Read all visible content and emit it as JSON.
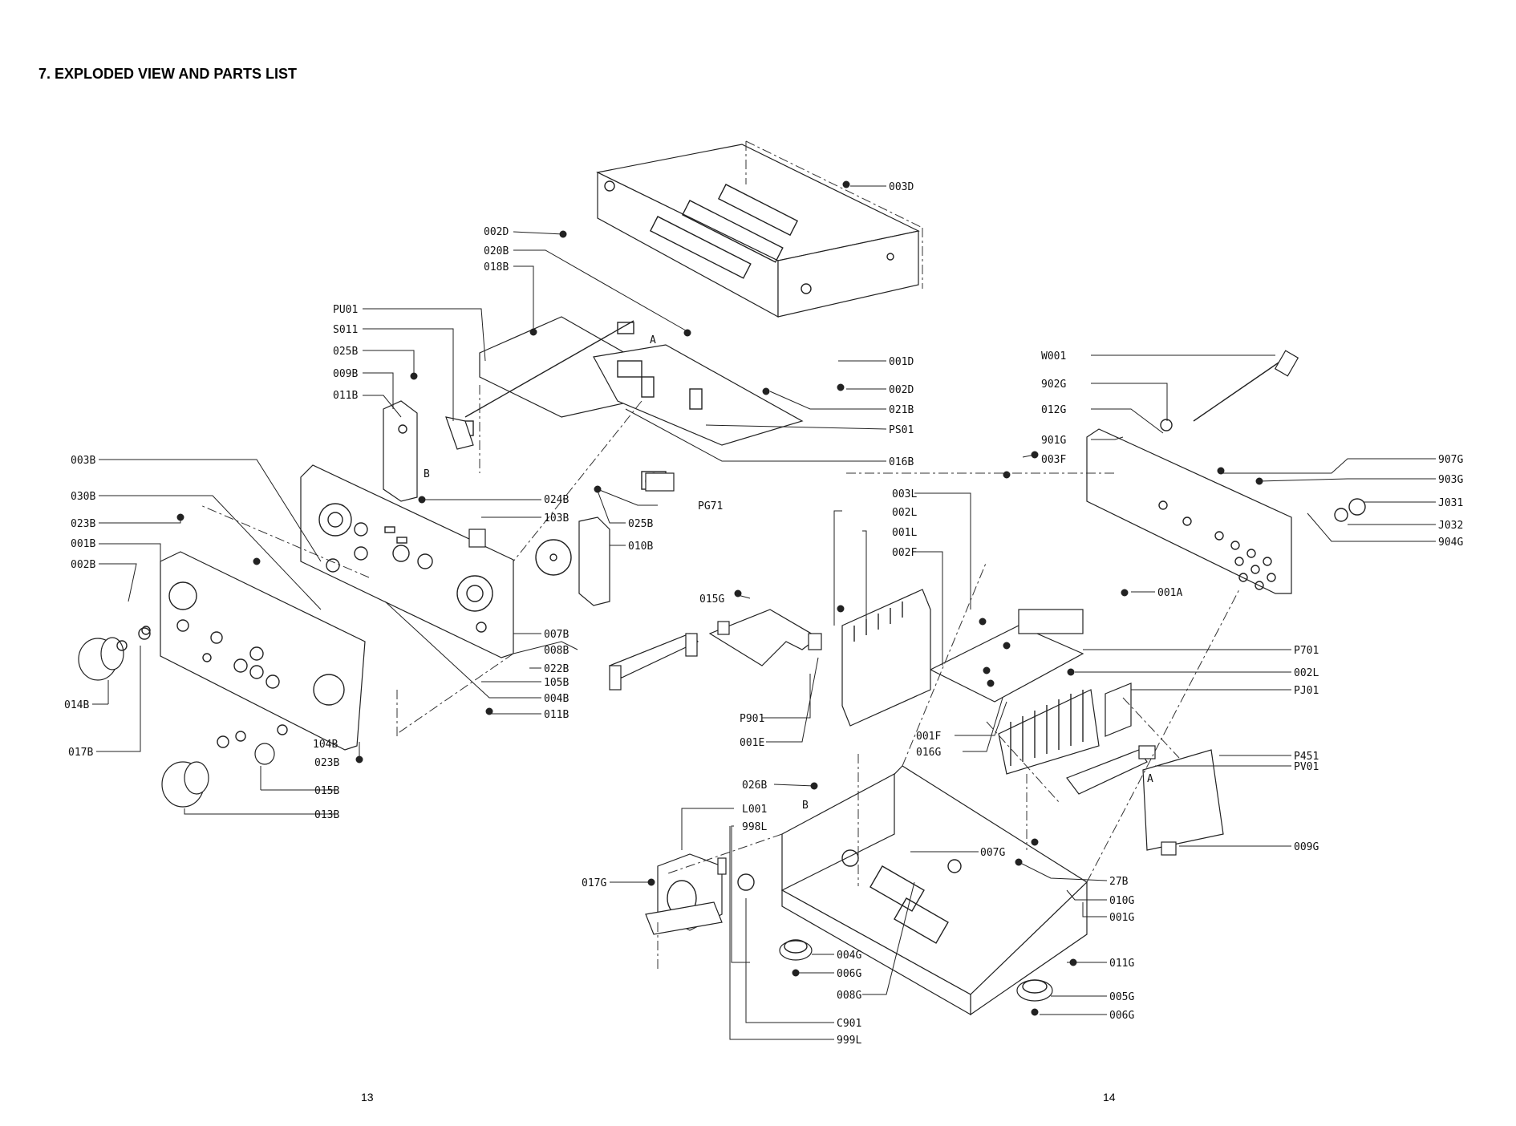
{
  "document": {
    "title": "7. EXPLODED VIEW AND PARTS LIST",
    "page_left": "13",
    "page_right": "14"
  },
  "labels": {
    "l003D": "003D",
    "l002D_top": "002D",
    "l020B": "020B",
    "l018B": "018B",
    "lPU01": "PU01",
    "lS011": "S011",
    "l025B_a": "025B",
    "l009B": "009B",
    "l011B_a": "011B",
    "l001D": "001D",
    "l002D_b": "002D",
    "l021B": "021B",
    "lPS01": "PS01",
    "l016B": "016B",
    "l003B": "003B",
    "l030B": "030B",
    "l023B_a": "023B",
    "l001B": "001B",
    "l002B": "002B",
    "l024B": "024B",
    "l103B": "103B",
    "lPG71": "PG71",
    "l025B_b": "025B",
    "l010B": "010B",
    "l007B": "007B",
    "l008B": "008B",
    "l022B": "022B",
    "l105B": "105B",
    "l004B": "004B",
    "l011B_b": "011B",
    "l014B": "014B",
    "l017B": "017B",
    "l104B": "104B",
    "l023B_b": "023B",
    "l015B": "015B",
    "l013B": "013B",
    "lW001": "W001",
    "l902G": "902G",
    "l012G": "012G",
    "l901G": "901G",
    "l003F": "003F",
    "l907G": "907G",
    "l903G": "903G",
    "lJ031": "J031",
    "lJ032": "J032",
    "l904G": "904G",
    "l003L": "003L",
    "l002L_a": "002L",
    "l001L": "001L",
    "l002F": "002F",
    "l015G": "015G",
    "l001A": "001A",
    "lP701": "P701",
    "l002L_b": "002L",
    "lPJ01": "PJ01",
    "lP901": "P901",
    "l001E": "001E",
    "l001F": "001F",
    "l016G": "016G",
    "lP451": "P451",
    "lPV01": "PV01",
    "l026B": "026B",
    "lL001": "L001",
    "l998L": "998L",
    "l007G": "007G",
    "l009G": "009G",
    "l017G": "017G",
    "l27B": "27B",
    "l010G": "010G",
    "l001G": "001G",
    "l004G": "004G",
    "l006G_a": "006G",
    "l011G": "011G",
    "l005G": "005G",
    "l008G": "008G",
    "lC901": "C901",
    "l006G_b": "006G",
    "l999L": "999L",
    "markA1": "A",
    "markB1": "B",
    "markB2": "B",
    "markA2": "A"
  }
}
